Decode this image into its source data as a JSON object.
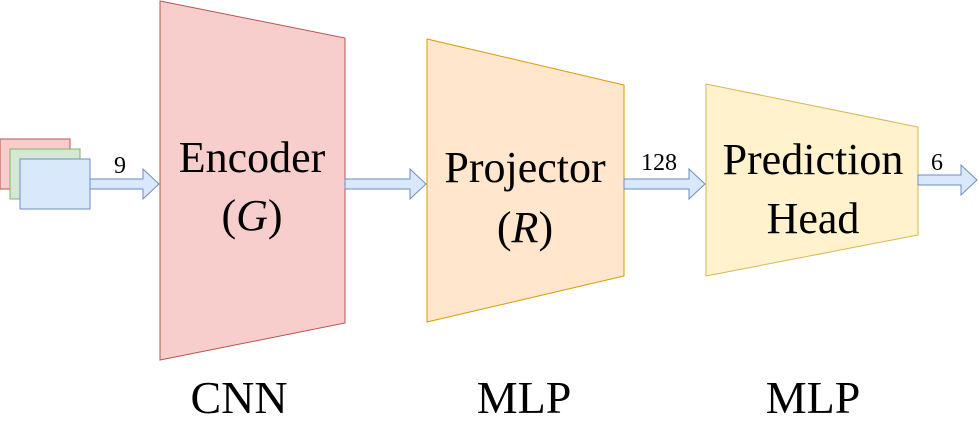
{
  "input_dim": "9",
  "encoder": {
    "line1": "Encoder",
    "symbol": "G",
    "type": "CNN"
  },
  "projector": {
    "line1": "Projector",
    "symbol": "R",
    "type": "MLP",
    "output_dim": "128"
  },
  "head": {
    "line1": "Prediction",
    "line2": "Head",
    "type": "MLP",
    "output_dim": "6"
  },
  "colors": {
    "encoder_fill": "#f8cecc",
    "encoder_stroke": "#b85450",
    "projector_fill": "#ffe6cc",
    "projector_stroke": "#d79b00",
    "head_fill": "#fff2cc",
    "head_stroke": "#d6b656",
    "arrow_fill": "#dae8fc",
    "arrow_stroke": "#6c8ebf",
    "input_red": "#f8cecc",
    "input_green": "#d5e8d4",
    "input_blue": "#dae8fc"
  }
}
